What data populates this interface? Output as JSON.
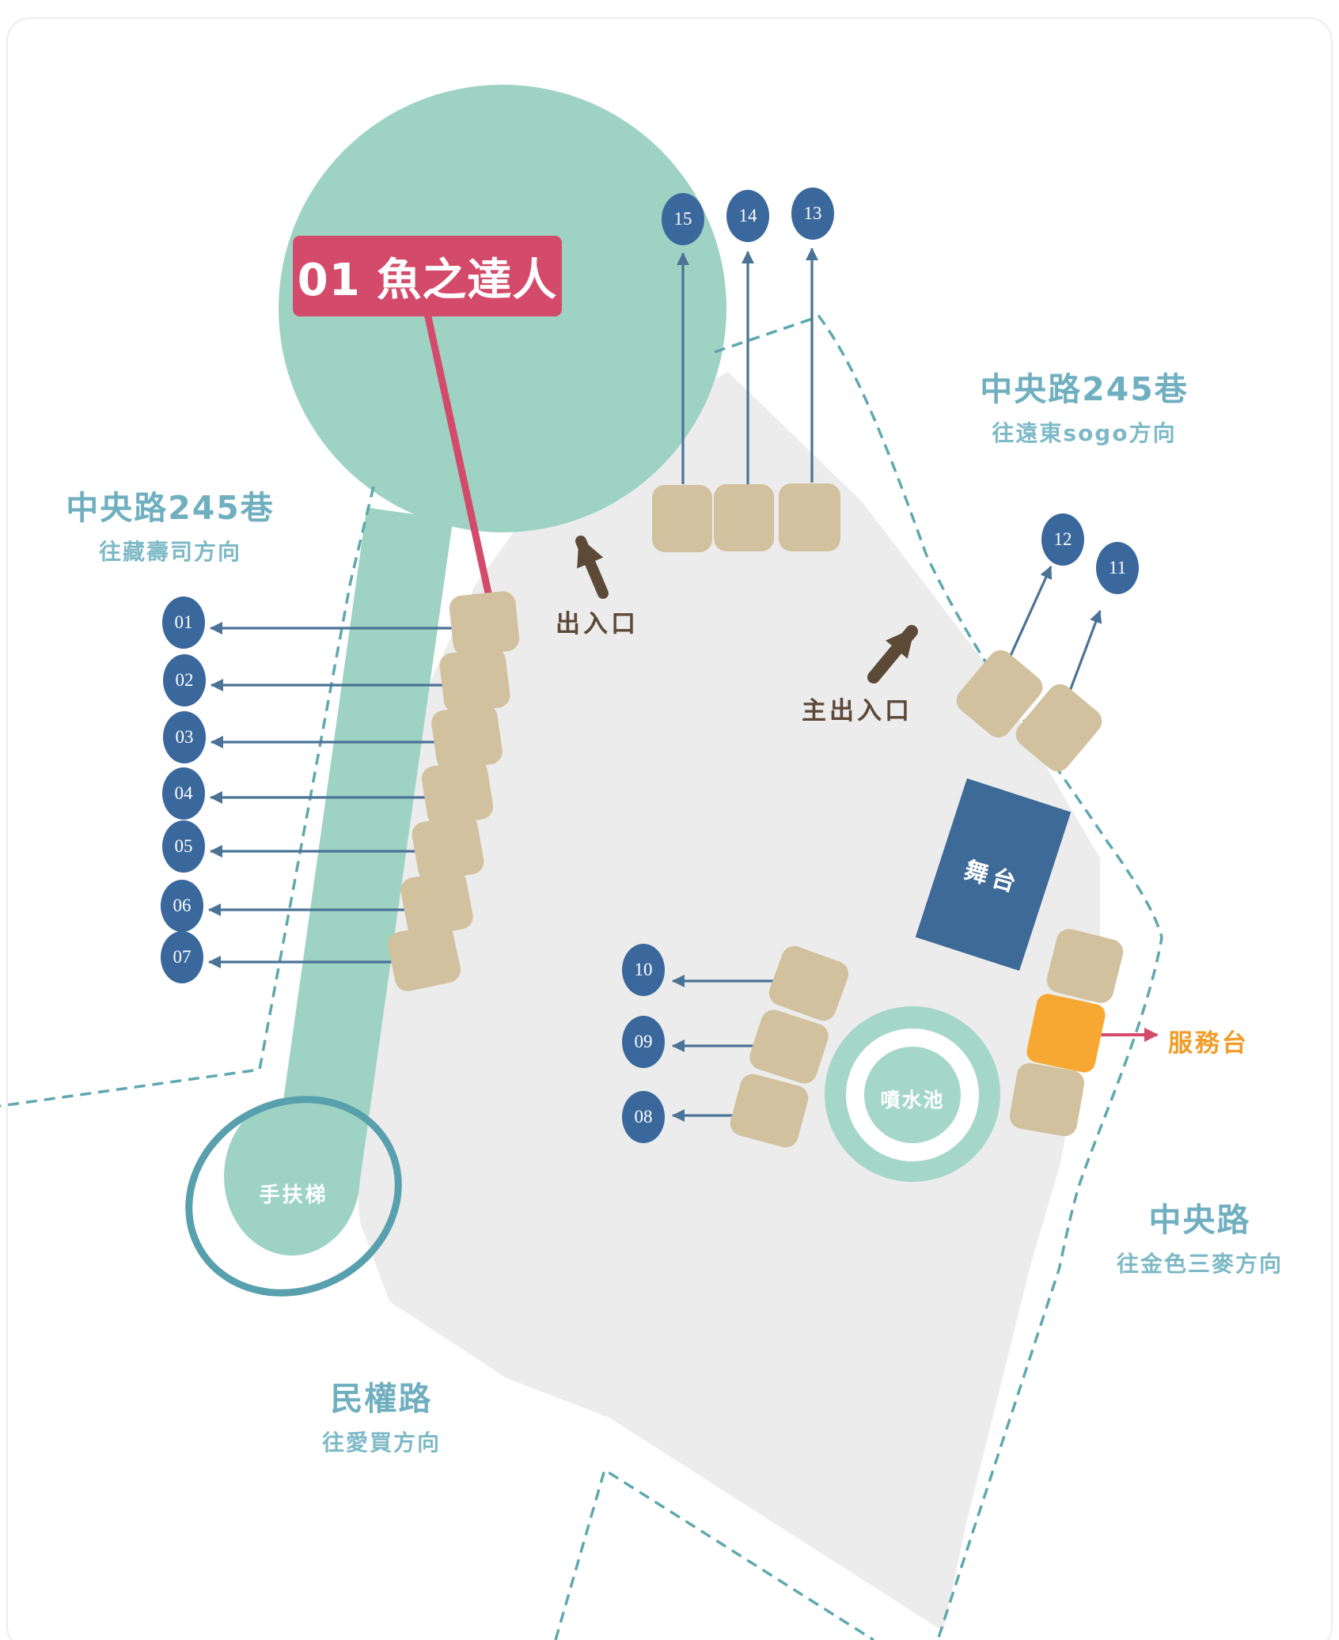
{
  "callout": {
    "label": "01 魚之達人"
  },
  "roads": {
    "left": {
      "title": "中央路245巷",
      "subtitle": "往藏壽司方向"
    },
    "top_right": {
      "title": "中央路245巷",
      "subtitle": "往遠東sogo方向"
    },
    "bottom": {
      "title": "民權路",
      "subtitle": "往愛買方向"
    },
    "right": {
      "title": "中央路",
      "subtitle": "往金色三麥方向"
    }
  },
  "entrances": {
    "side": "出入口",
    "main": "主出入口"
  },
  "facilities": {
    "stage": "舞台",
    "fountain": "噴水池",
    "service_desk": "服務台",
    "escalator": "手扶梯"
  },
  "badges": {
    "b01": "01",
    "b02": "02",
    "b03": "03",
    "b04": "04",
    "b05": "05",
    "b06": "06",
    "b07": "07",
    "b08": "08",
    "b09": "09",
    "b10": "10",
    "b11": "11",
    "b12": "12",
    "b13": "13",
    "b14": "14",
    "b15": "15"
  },
  "colors": {
    "teal_road": "#9ed3c4",
    "floor_gray": "#ececec",
    "stall_tan": "#d2c19e",
    "badge_blue": "#3a689c",
    "stage_blue": "#3d6a97",
    "accent_red": "#d44a6a",
    "service_orange": "#f6a832",
    "entrance_brown": "#5d4938",
    "boundary_dashed_teal": "#5fa8b0",
    "road_text_teal": "#6fafc0",
    "arrow_blue": "#4b7396"
  }
}
